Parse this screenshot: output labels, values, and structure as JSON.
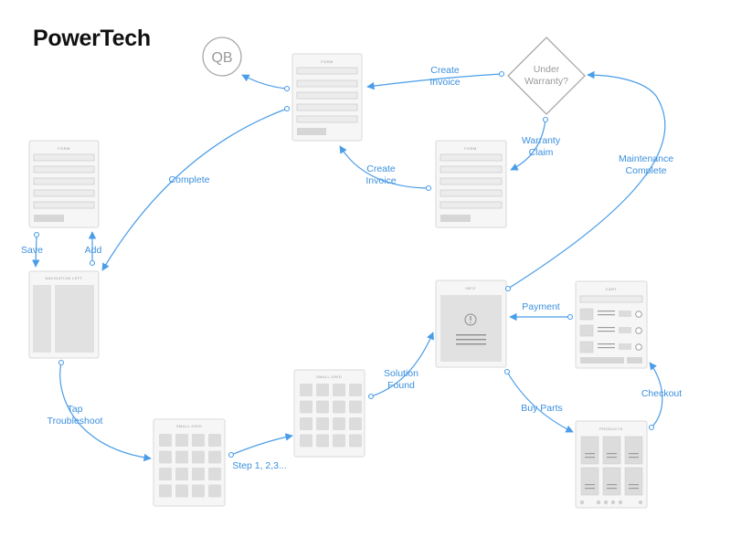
{
  "brand": "PowerTech",
  "colors": {
    "edge": "#4a9de8",
    "label": "#3b8fde",
    "card_bg": "#f6f6f6",
    "card_border": "#dadada"
  },
  "screens": {
    "form_left": "FORM",
    "form_top": "FORM",
    "form_right": "FORM",
    "nav_left": "NAVIGATION LEFT",
    "small_grid_1": "SMALL GRID",
    "small_grid_2": "SMALL GRID",
    "info": "INFO",
    "cart": "CART",
    "products": "PRODUCTS"
  },
  "nodes": {
    "qb": "QB",
    "decision_line1": "Under",
    "decision_line2": "Warranty?"
  },
  "edges": {
    "create_invoice_top": [
      "Create",
      "Invoice"
    ],
    "create_invoice_mid": [
      "Create",
      "Invoice"
    ],
    "warranty_claim": [
      "Warranty",
      "Claim"
    ],
    "maintenance_complete": [
      "Maintenance",
      "Complete"
    ],
    "complete": "Complete",
    "save": "Save",
    "add": "Add",
    "tap_troubleshoot": [
      "Tap",
      "Troubleshoot"
    ],
    "step": "Step 1, 2,3...",
    "solution_found": [
      "Solution",
      "Found"
    ],
    "payment": "Payment",
    "buy_parts": "Buy Parts",
    "checkout": "Checkout"
  }
}
